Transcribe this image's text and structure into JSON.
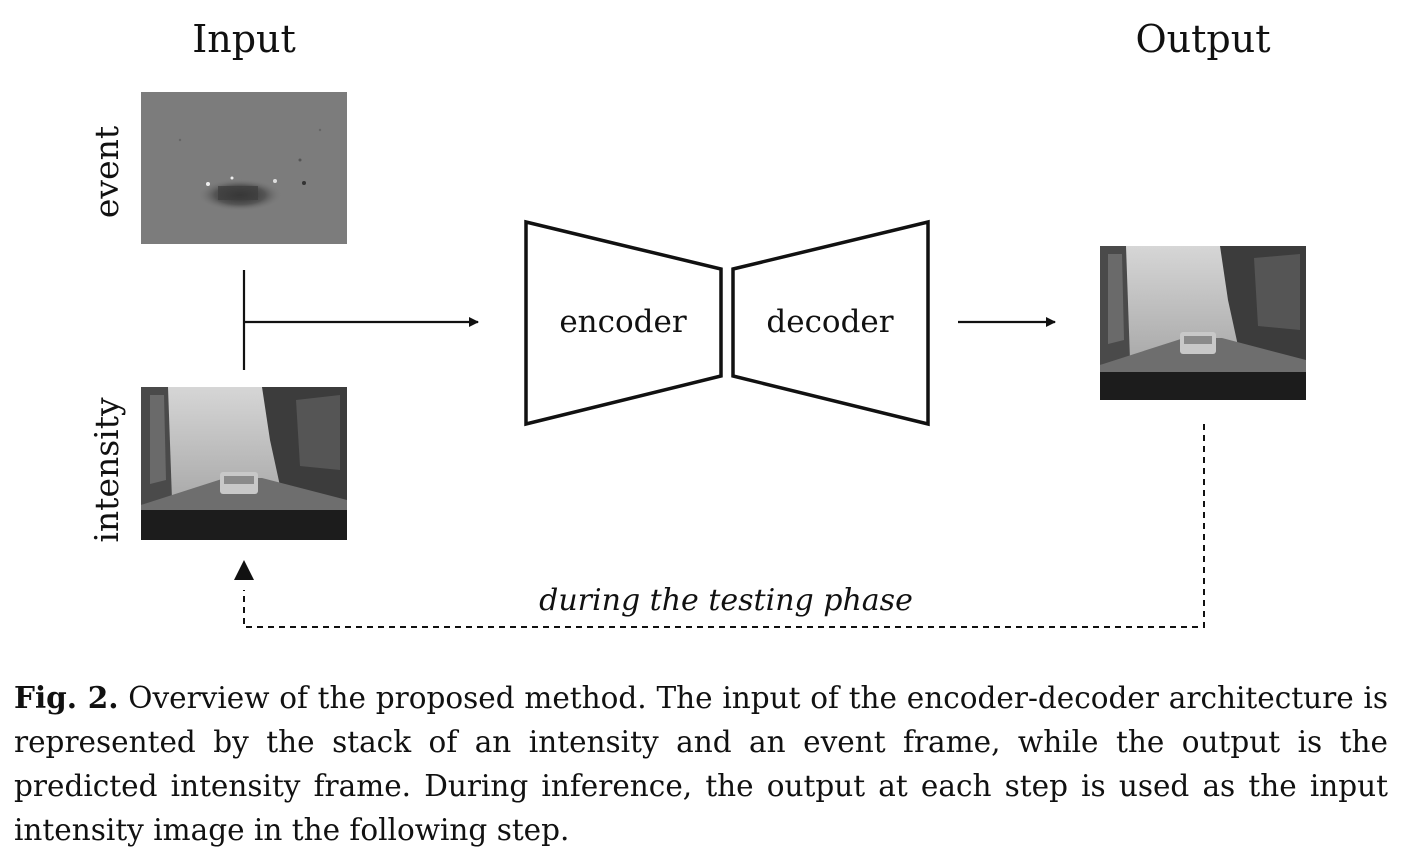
{
  "diagram": {
    "input_header": "Input",
    "output_header": "Output",
    "event_label": "event",
    "intensity_label": "intensity",
    "encoder_label": "encoder",
    "decoder_label": "decoder",
    "feedback_label": "during the testing phase"
  },
  "caption": {
    "fig_label": "Fig. 2.",
    "text": "Overview of the proposed method. The input of the encoder-decoder architecture is represented by the stack of an intensity and an event frame, while the output is the predicted intensity frame. During inference, the output at each step is used as the input intensity image in the following step."
  }
}
